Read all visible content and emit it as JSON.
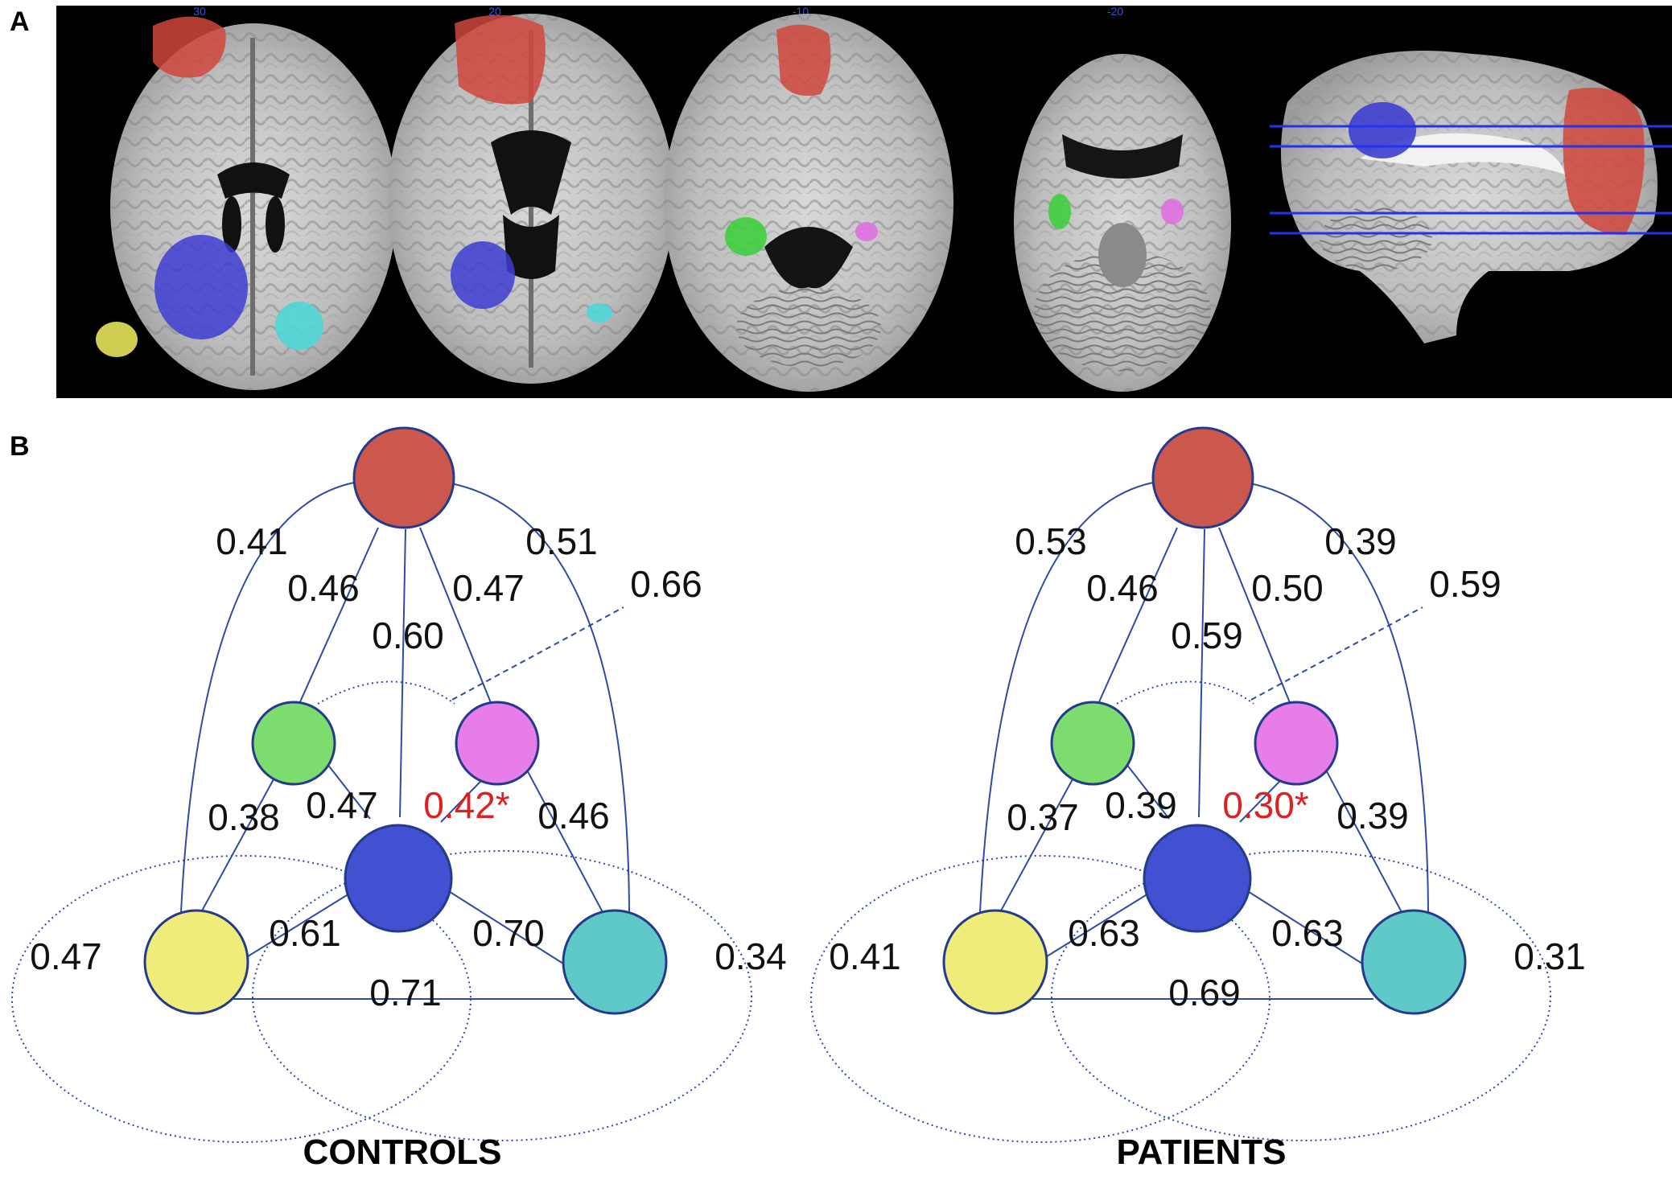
{
  "panel_a": {
    "letter": "A",
    "slice_labels": [
      "30",
      "20",
      "-10",
      "-20"
    ],
    "roi_colors": {
      "red": "#d0463c",
      "blue": "#3e3ed2",
      "green": "#3fcf3f",
      "magenta": "#e070e0",
      "yellow": "#e6e35a",
      "cyan": "#4fd6d6"
    },
    "sagittal_line_color": "#2233ee"
  },
  "panel_b": {
    "letter": "B",
    "node_colors": {
      "red": "#cc574c",
      "green": "#7ddc6e",
      "magenta": "#e77de9",
      "blue": "#4250d2",
      "yellow": "#efec7a",
      "cyan": "#5fc9c8"
    },
    "edge_color": "#2e4aa6",
    "significant_color": "#e02020",
    "groups": [
      {
        "name": "CONTROLS",
        "weights": {
          "red_yellow": "0.41",
          "red_cyan": "0.51",
          "red_green": "0.46",
          "red_magenta": "0.47",
          "green_magenta": "0.66",
          "red_blue": "0.60",
          "green_yellow": "0.38",
          "green_blue": "0.47",
          "magenta_blue": "0.42*",
          "magenta_cyan": "0.46",
          "yellow_blue": "0.61",
          "blue_cyan": "0.70",
          "yellow_cyan": "0.71",
          "green_cyan": "0.47",
          "magenta_yellow": "0.34"
        }
      },
      {
        "name": "PATIENTS",
        "weights": {
          "red_yellow": "0.53",
          "red_cyan": "0.39",
          "red_green": "0.46",
          "red_magenta": "0.50",
          "green_magenta": "0.59",
          "red_blue": "0.59",
          "green_yellow": "0.37",
          "green_blue": "0.39",
          "magenta_blue": "0.30*",
          "magenta_cyan": "0.39",
          "yellow_blue": "0.63",
          "blue_cyan": "0.63",
          "yellow_cyan": "0.69",
          "green_cyan": "0.41",
          "magenta_yellow": "0.31"
        }
      }
    ]
  }
}
